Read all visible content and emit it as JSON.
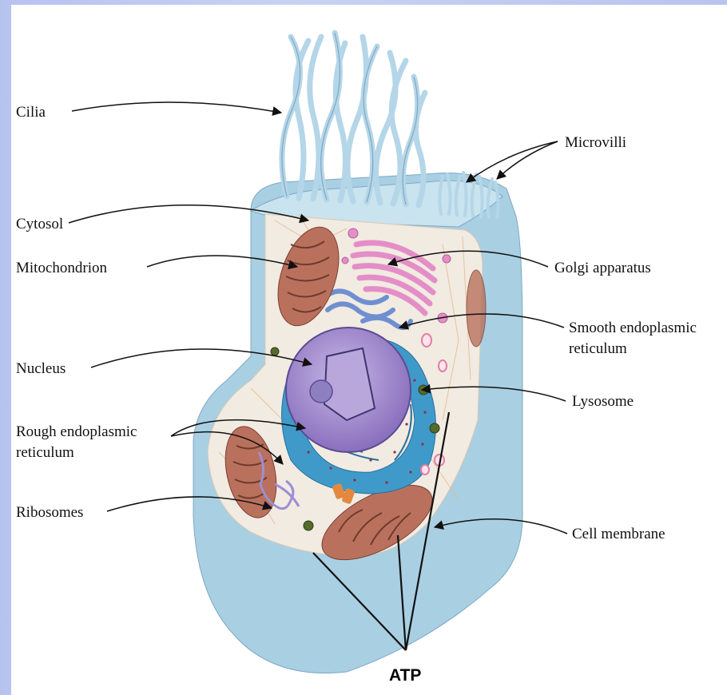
{
  "labels": {
    "cilia": "Cilia",
    "microvilli": "Microvilli",
    "cytosol": "Cytosol",
    "mitochondrion": "Mitochondrion",
    "golgi": "Golgi apparatus",
    "smooth_er_line1": "Smooth endoplasmic",
    "smooth_er_line2": "reticulum",
    "nucleus": "Nucleus",
    "lysosome": "Lysosome",
    "rough_er_line1": "Rough endoplasmic",
    "rough_er_line2": "reticulum",
    "ribosomes": "Ribosomes",
    "cell_membrane": "Cell membrane",
    "atp": "ATP"
  },
  "colors": {
    "membrane": "#a9cfe2",
    "membrane_edge": "#7fa8c4",
    "cytoplasm": "#f1ebe2",
    "cilia": "#b4d6e8",
    "mitochondrion": "#b9715d",
    "nucleus": "#9d86c6",
    "rough_er": "#3f9ac9",
    "golgi": "#e48ec7",
    "lysosome": "#566b2b"
  }
}
